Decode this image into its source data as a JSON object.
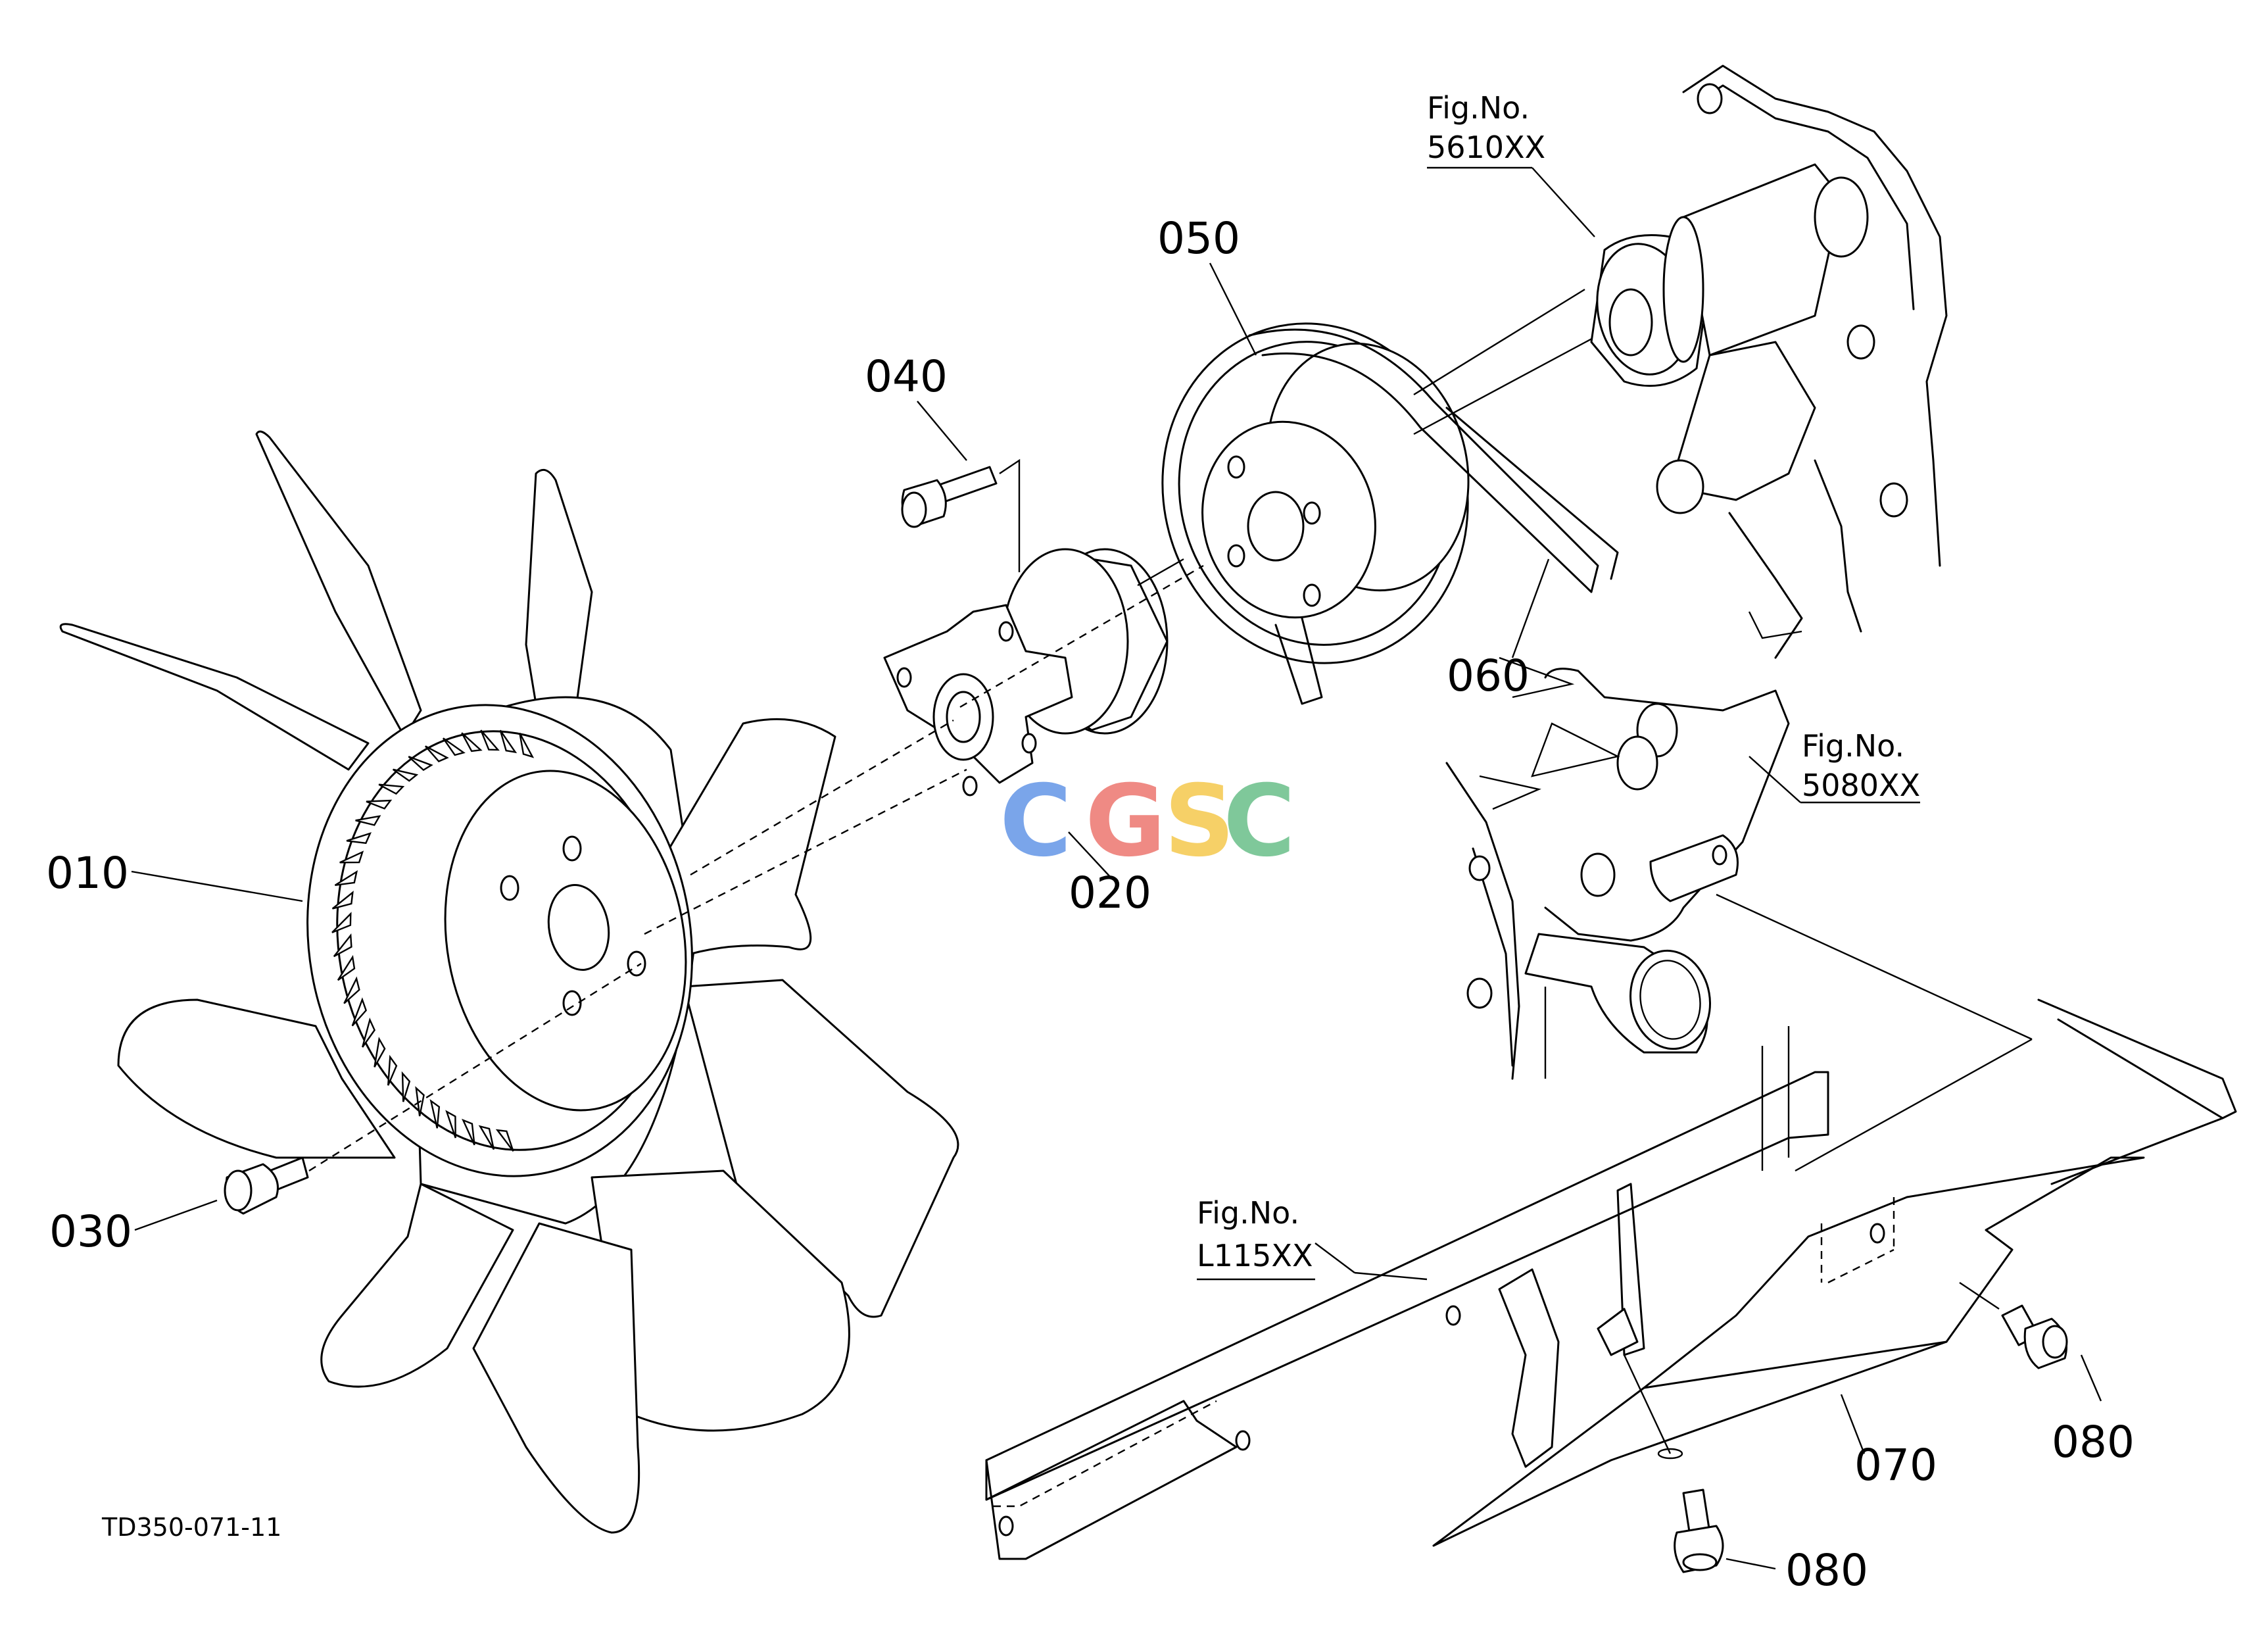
{
  "labels": {
    "p010": "010",
    "p020": "020",
    "p030": "030",
    "p040": "040",
    "p050": "050",
    "p060": "060",
    "p070": "070",
    "p080a": "080",
    "p080b": "080"
  },
  "refs": {
    "water_pump": {
      "prefix": "Fig.No.",
      "number": "5610XX"
    },
    "block": {
      "prefix": "Fig.No.",
      "number": "5080XX"
    },
    "frame": {
      "prefix": "Fig.No.",
      "number": "L115XX"
    }
  },
  "drawing_code": "TD350-071-11",
  "watermark": {
    "letters": [
      "C",
      "G",
      "S",
      "C"
    ],
    "colors": [
      "#7aa5ea",
      "#ef8a84",
      "#f6d067",
      "#7fc89a"
    ]
  }
}
